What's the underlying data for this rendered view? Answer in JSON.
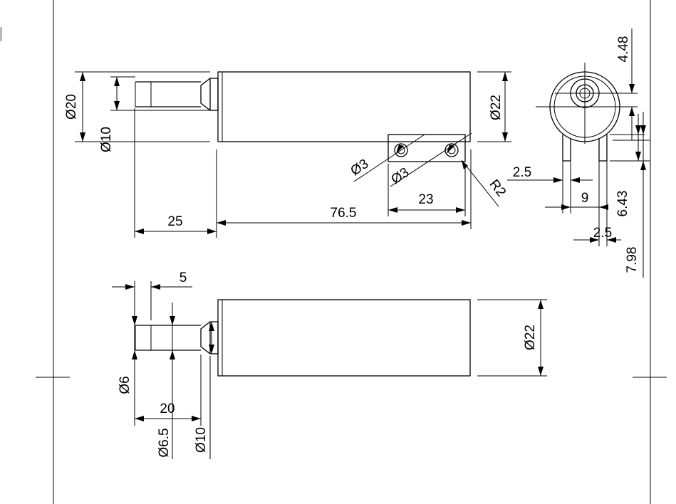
{
  "drawing": {
    "top_view": {
      "left_dia": "Ø20",
      "inner_dia": "Ø10",
      "body_dia": "Ø22",
      "hole1_dia": "Ø3",
      "hole2_dia": "Ø3",
      "radius": "R2",
      "tab_spacing": "23",
      "body_length": "76.5",
      "stem_length": "25"
    },
    "end_view": {
      "offset_top": "4.48",
      "tab_thick_a": "2.5",
      "tab_span": "9",
      "tab_height": "6.43",
      "tab_thick_b": "2.5",
      "total_height": "7.98"
    },
    "side_view": {
      "collar_len": "5",
      "tip_dia": "Ø6",
      "stem_len": "20",
      "stem_dia": "Ø6.5",
      "shoulder_dia": "Ø10",
      "body_dia": "Ø22"
    }
  }
}
